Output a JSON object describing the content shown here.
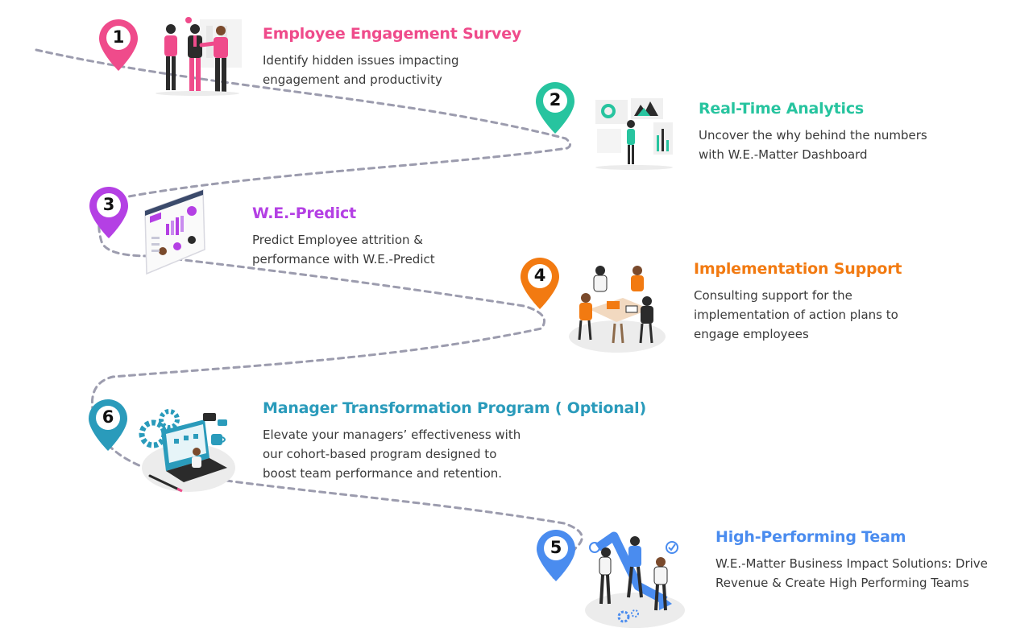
{
  "colors": {
    "path": "#9c9cae",
    "pink": "#ef4b8b",
    "teal": "#27c49f",
    "purple": "#b440e4",
    "orange": "#f27a11",
    "cyan": "#2a9bbb",
    "blue": "#4a8cef"
  },
  "steps": [
    {
      "number": "1",
      "title": "Employee Engagement Survey",
      "description": "Identify hidden issues impacting\nengagement and productivity",
      "color": "#ef4b8b",
      "illustration": "team-handshake"
    },
    {
      "number": "2",
      "title": "Real-Time Analytics",
      "description": "Uncover the why behind the numbers\nwith W.E.-Matter Dashboard",
      "color": "#27c49f",
      "illustration": "analytics-dashboard"
    },
    {
      "number": "3",
      "title": "W.E.-Predict",
      "description": "Predict Employee attrition &\nperformance with W.E.-Predict",
      "color": "#b440e4",
      "illustration": "predict-dashboard"
    },
    {
      "number": "4",
      "title": "Implementation Support",
      "description": "Consulting support for the\nimplementation of action plans to\nengage  employees",
      "color": "#f27a11",
      "illustration": "team-meeting"
    },
    {
      "number": "6",
      "title": "Manager Transformation Program ( Optional)",
      "description": "Elevate your managers’ effectiveness with\nour cohort-based program designed to\nboost team performance and retention.",
      "color": "#2a9bbb",
      "illustration": "manager-laptop"
    },
    {
      "number": "5",
      "title": "High-Performing Team",
      "description": "W.E.-Matter Business Impact Solutions:  Drive\nRevenue & Create High Performing Teams",
      "color": "#4a8cef",
      "illustration": "team-growth"
    }
  ]
}
